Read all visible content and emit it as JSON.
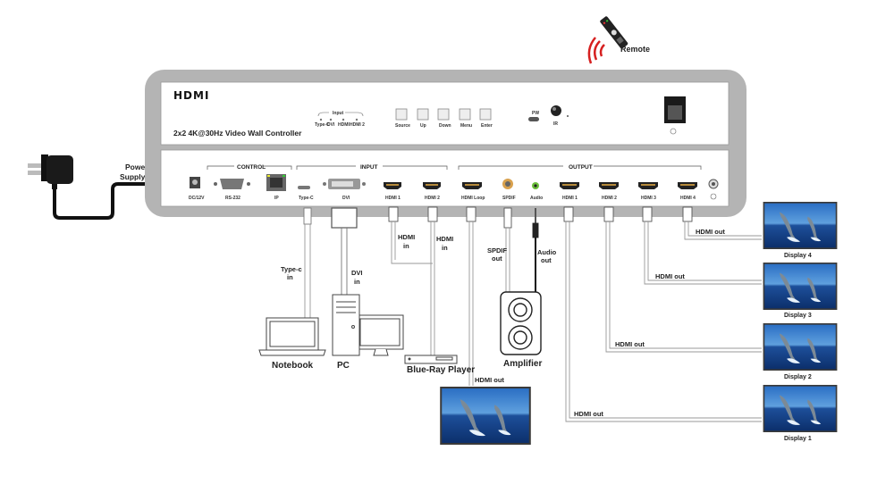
{
  "remote": {
    "label": "Remote"
  },
  "power": {
    "label_line1": "Power",
    "label_line2": "Supply"
  },
  "device": {
    "logo": "HDMI",
    "model": "2x2 4K@30Hz Video Wall Controller",
    "front": {
      "input_group_label": "Input",
      "input_leds": [
        "Type-C",
        "DVI",
        "HDMI",
        "HDMI 2"
      ],
      "buttons": [
        "Source",
        "Up",
        "Down",
        "Menu",
        "Enter"
      ],
      "pw_label": "PW",
      "ir_label": "IR"
    },
    "rear": {
      "groups": {
        "control": "CONTROL",
        "input": "INPUT",
        "output": "OUTPUT"
      },
      "ports": {
        "dc": "DC/12V",
        "rs232": "RS-232",
        "ip": "IP",
        "typec": "Type-C",
        "dvi": "DVI",
        "hdmi_in1": "HDMI 1",
        "hdmi_in2": "HDMI 2",
        "hdmi_loop": "HDMI Loop",
        "spdif": "SPDIF",
        "audio": "Audio",
        "hdmi_out1": "HDMI 1",
        "hdmi_out2": "HDMI 2",
        "hdmi_out3": "HDMI 3",
        "hdmi_out4": "HDMI 4"
      }
    }
  },
  "cables": {
    "typec": {
      "line1": "Type-c",
      "line2": "in"
    },
    "dvi": {
      "line1": "DVI",
      "line2": "in"
    },
    "hdmi1": {
      "line1": "HDMI",
      "line2": "in"
    },
    "hdmi2": {
      "line1": "HDMI",
      "line2": "in"
    },
    "spdif": {
      "line1": "SPDIF",
      "line2": "out"
    },
    "audio": {
      "line1": "Audio",
      "line2": "out"
    },
    "loop": "HDMI out",
    "out1": "HDMI out",
    "out2": "HDMI out",
    "out3": "HDMI out",
    "out4": "HDMI out"
  },
  "sources": {
    "notebook": "Notebook",
    "pc": "PC",
    "bluray": "Blue-Ray Player",
    "amplifier": "Amplifier"
  },
  "displays": [
    "Display 1",
    "Display 2",
    "Display 3",
    "Display 4"
  ]
}
